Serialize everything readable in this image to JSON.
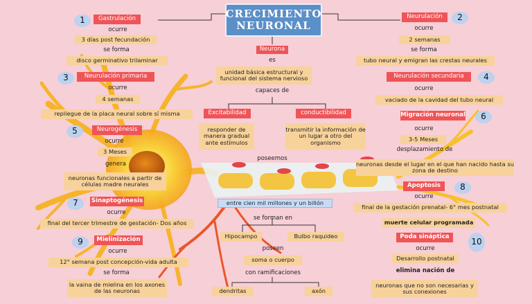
{
  "title": "CRECIMIENTO NEURONAL",
  "center": {
    "neurona": "Neurona",
    "es": "es",
    "definition": "unidad básica estructural y funcional del sistema nervioso",
    "capaces_de": "capaces de",
    "excitabilidad": "Excitabilidad",
    "excitabilidad_desc": "responder de manera gradual ante estímulos",
    "conductibilidad": "conductibilidad",
    "conductibilidad_desc": "transmitir la información de un lugar a otro del organismo",
    "poseemos": "poseemos",
    "count": "entre cien mil millones y un billón",
    "se_forman_en": "se forman en",
    "hipocampo": "Hipocampo",
    "bulbo": "Bulbo raquideo",
    "poseen": "poseen",
    "soma": "soma o cuerpo",
    "con_ramificaciones": "con ramificaciones",
    "dendritas": "dendritas",
    "axon": "axón"
  },
  "stages": {
    "s1": {
      "num": "1",
      "name": "Gastrulación",
      "ocurre": "ocurre",
      "when": "3 días post fecundación",
      "se_forma": "se forma",
      "result": "disco germinativo trilaminar"
    },
    "s2": {
      "num": "2",
      "name": "Neurulación",
      "ocurre": "ocurre",
      "when": "2 semanas",
      "se_forma": "se forma",
      "result": "tubo neural y emigran las crestas neurales"
    },
    "s3": {
      "num": "3",
      "name": "Neurulación primaria",
      "ocurre": "ocurre",
      "when": "4 semanas",
      "result": "repliegue de la placa neural sobre sí misma"
    },
    "s4": {
      "num": "4",
      "name": "Neurulación secundaria",
      "ocurre": "ocurre",
      "result": "vaciado de la cavidad del tubo neural"
    },
    "s5": {
      "num": "5",
      "name": "Neurogénesis",
      "ocurre": "ocurre",
      "when": "3 Meses",
      "genera": "genera",
      "result": "neuronas funcionales a partir de células madre neurales"
    },
    "s6": {
      "num": "6",
      "name": "Migración neuronal",
      "ocurre": "ocurre",
      "when": "3-5 Meses",
      "desp": "desplazamiento de",
      "result": "neuronas desde el lugar en el que han nacido hasta su zona de destino"
    },
    "s7": {
      "num": "7",
      "name": "Sinaptogénesis",
      "ocurre": "ocurre",
      "when": "final del tercer trimestre de gestación- Dos años"
    },
    "s8": {
      "num": "8",
      "name": "Apoptosis",
      "ocurre": "ocurre",
      "when": "final de la gestación prenatal- 6° mes postnatal",
      "result": "muerte celular programada"
    },
    "s9": {
      "num": "9",
      "name": "Mielinización",
      "ocurre": "ocurre",
      "when": "12° semana post concepción-vida adulta",
      "se_forma": "se forma",
      "result": "la vaina de mielina en los axones de las neuronas"
    },
    "s10": {
      "num": "10",
      "name": "Poda sináptica",
      "ocurre": "ocurre",
      "when": "Desarrollo postnatal",
      "elim": "elimina nación de",
      "result": "neuronas que no son necesarias y sus conexiones"
    }
  },
  "colors": {
    "background": "#f7cfd6",
    "title_bg": "#5b8fc8",
    "red_box": "#ef5457",
    "peach_box": "#f8d29b",
    "blue_box": "#c7dcf4",
    "neuron_glow": "#f9c74f"
  }
}
